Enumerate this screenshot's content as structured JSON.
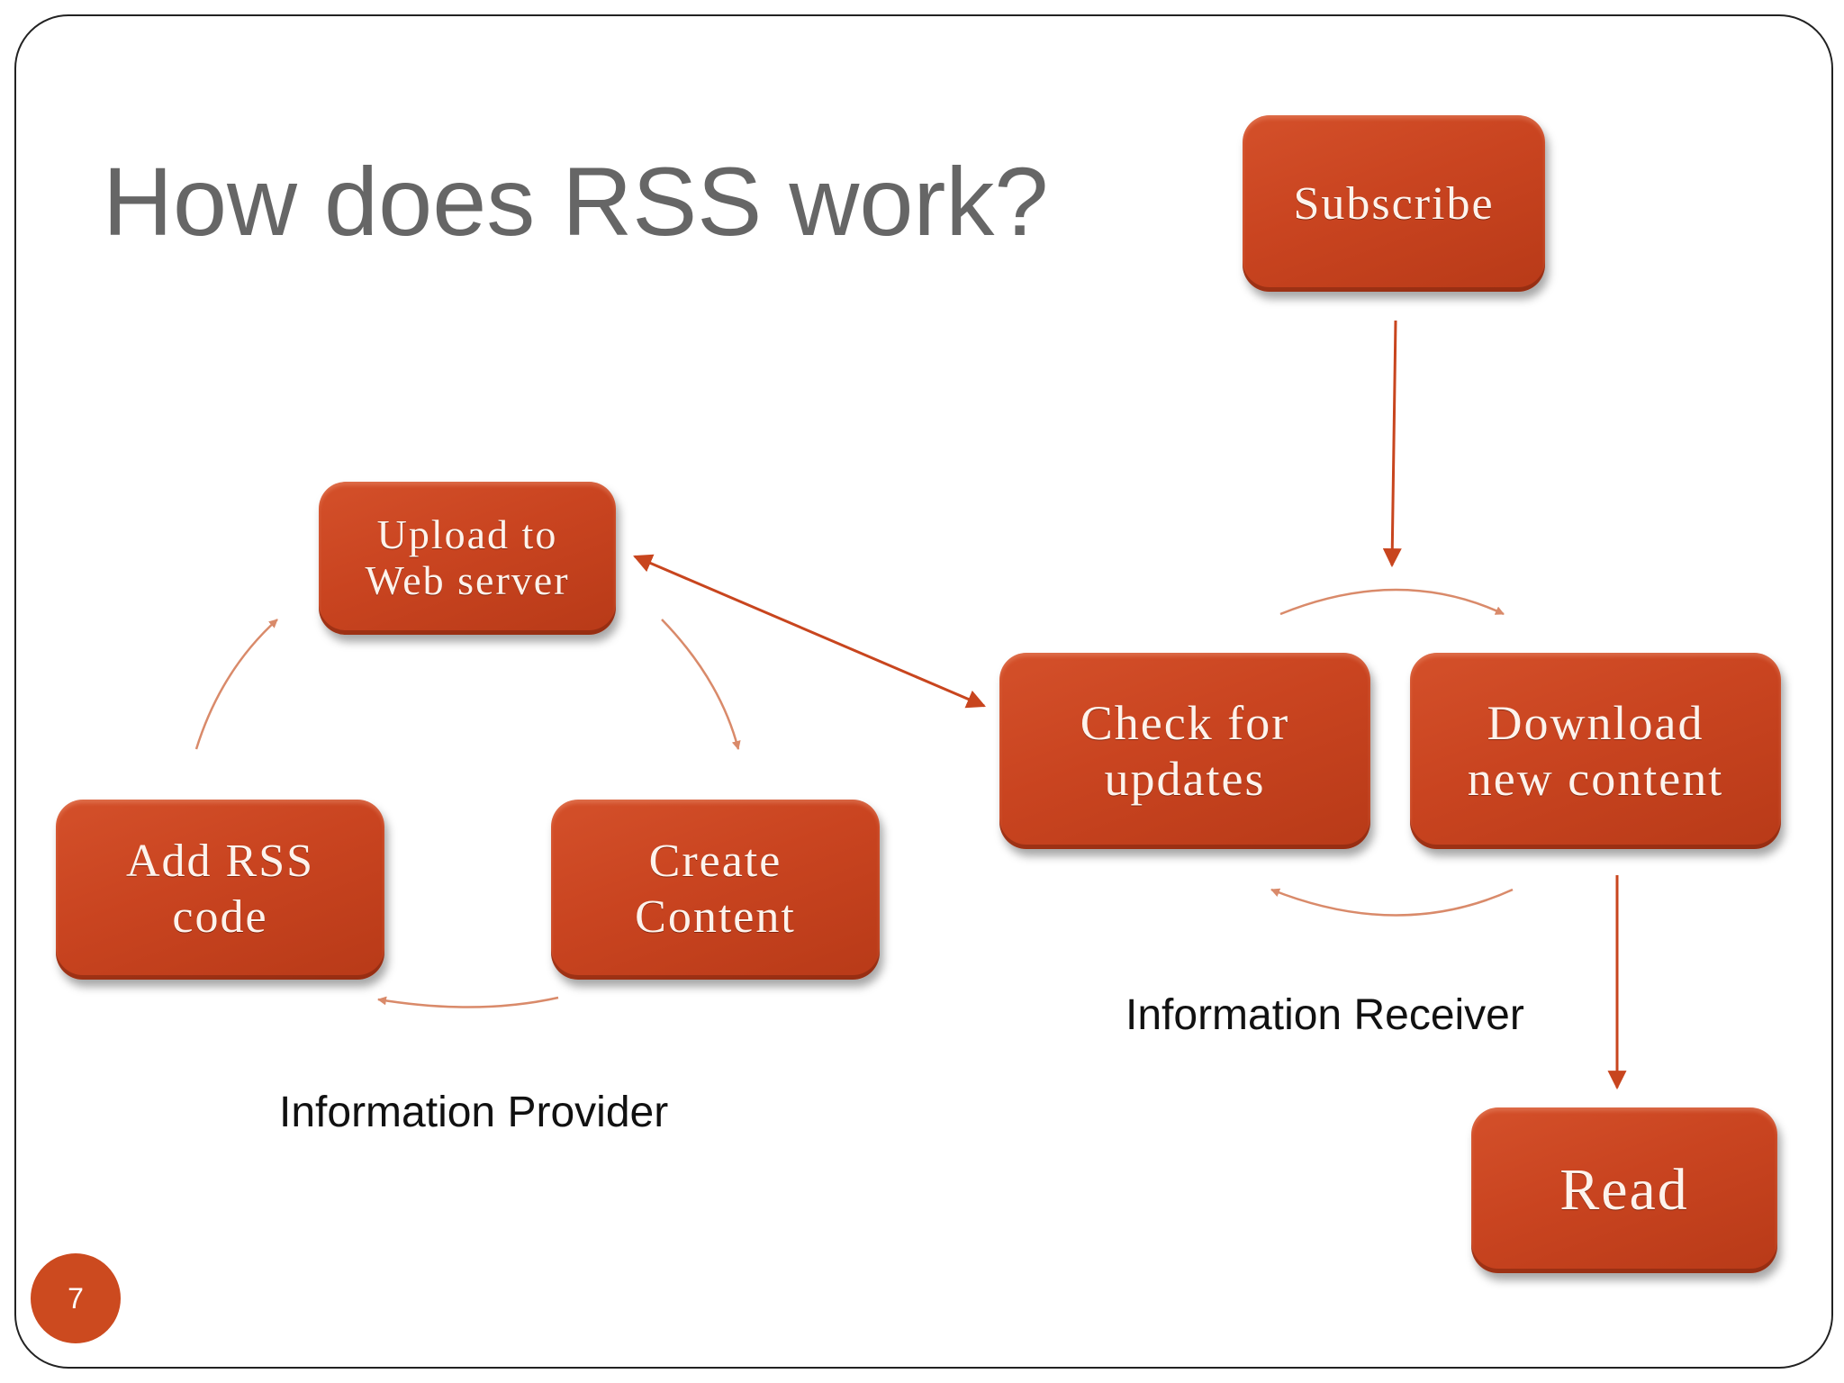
{
  "slide": {
    "title": "How does RSS work?",
    "page_number": "7"
  },
  "provider": {
    "label": "Information Provider",
    "nodes": {
      "upload": "Upload to\nWeb server",
      "add_rss": "Add RSS\ncode",
      "create": "Create\nContent"
    }
  },
  "receiver": {
    "label": "Information Receiver",
    "nodes": {
      "subscribe": "Subscribe",
      "check": "Check for\nupdates",
      "download": "Download\nnew content",
      "read": "Read"
    }
  },
  "colors": {
    "box_fill": "#c94420",
    "box_text": "#fdf3ec",
    "arrow": "#c8451e",
    "title_text": "#666666",
    "badge": "#cc4a1f"
  },
  "edges": [
    {
      "from": "upload",
      "to": "create"
    },
    {
      "from": "create",
      "to": "add_rss"
    },
    {
      "from": "add_rss",
      "to": "upload"
    },
    {
      "from": "upload",
      "to": "check",
      "bidirectional": true
    },
    {
      "from": "subscribe",
      "to": "check"
    },
    {
      "from": "check",
      "to": "download"
    },
    {
      "from": "download",
      "to": "check"
    },
    {
      "from": "download",
      "to": "read"
    }
  ]
}
